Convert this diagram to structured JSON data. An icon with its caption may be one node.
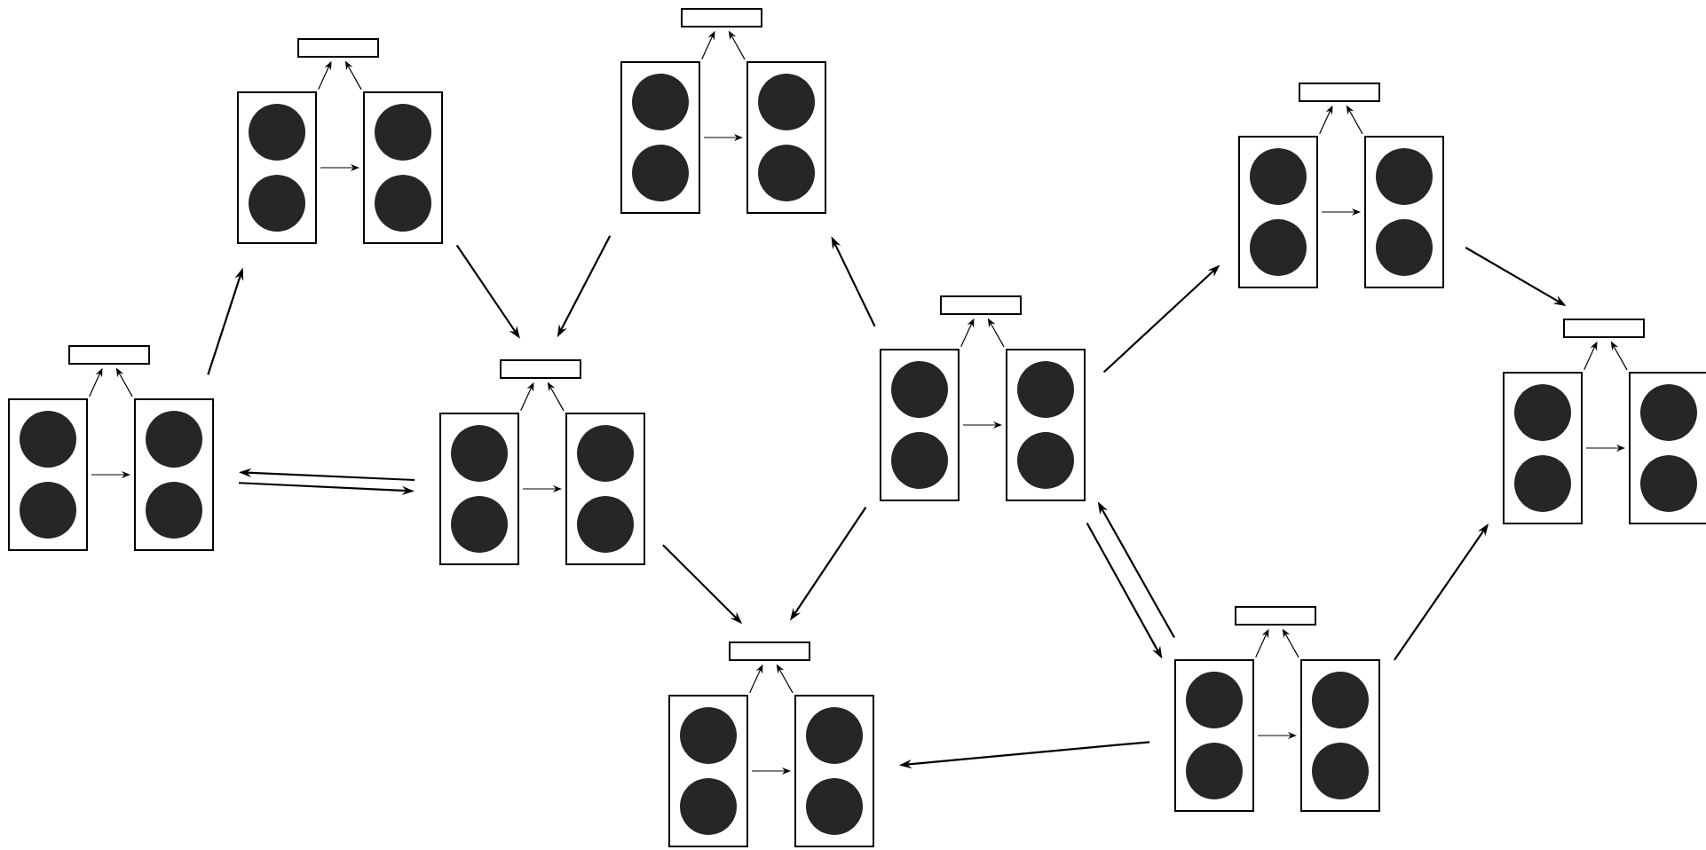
{
  "diagram": {
    "nodes": [
      {
        "text": [],
        "shape": "bar"
      },
      {
        "text": [],
        "shape": "box"
      },
      {
        "text": [],
        "shape": "box"
      },
      {
        "text": [],
        "shape": "bar"
      },
      {
        "text": [],
        "shape": "box"
      },
      {
        "text": [],
        "shape": "box"
      },
      {
        "text": [],
        "shape": "bar"
      },
      {
        "text": [],
        "shape": "box"
      },
      {
        "text": [],
        "shape": "box"
      },
      {
        "text": [],
        "shape": "bar"
      },
      {
        "text": [],
        "shape": "box"
      },
      {
        "text": [],
        "shape": "box"
      },
      {
        "text": [],
        "shape": "bar"
      },
      {
        "text": [],
        "shape": "box"
      },
      {
        "text": [],
        "shape": "box"
      },
      {
        "text": [],
        "shape": "bar"
      },
      {
        "text": [],
        "shape": "box"
      },
      {
        "text": [],
        "shape": "box"
      },
      {
        "text": [],
        "shape": "bar"
      },
      {
        "text": [],
        "shape": "box"
      },
      {
        "text": [],
        "shape": "box"
      },
      {
        "text": [],
        "shape": "bar"
      },
      {
        "text": [],
        "shape": "box"
      },
      {
        "text": [],
        "shape": "box"
      },
      {
        "text": [],
        "shape": "bar"
      },
      {
        "text": [],
        "shape": "box"
      },
      {
        "text": [],
        "shape": "box"
      }
    ],
    "edges": [
      {
        "from": 1,
        "to": 2,
        "arrow": "to"
      },
      {
        "from": 1,
        "to": 0,
        "arrow": "to"
      },
      {
        "from": 2,
        "to": 0,
        "arrow": "to"
      },
      {
        "from": 4,
        "to": 5,
        "arrow": "to"
      },
      {
        "from": 4,
        "to": 3,
        "arrow": "to"
      },
      {
        "from": 5,
        "to": 3,
        "arrow": "to"
      },
      {
        "from": 7,
        "to": 8,
        "arrow": "to"
      },
      {
        "from": 7,
        "to": 6,
        "arrow": "to"
      },
      {
        "from": 8,
        "to": 6,
        "arrow": "to"
      },
      {
        "from": 10,
        "to": 11,
        "arrow": "to"
      },
      {
        "from": 10,
        "to": 9,
        "arrow": "to"
      },
      {
        "from": 11,
        "to": 9,
        "arrow": "to"
      },
      {
        "from": 13,
        "to": 14,
        "arrow": "to"
      },
      {
        "from": 13,
        "to": 12,
        "arrow": "to"
      },
      {
        "from": 14,
        "to": 12,
        "arrow": "to"
      },
      {
        "from": 16,
        "to": 17,
        "arrow": "to"
      },
      {
        "from": 16,
        "to": 15,
        "arrow": "to"
      },
      {
        "from": 17,
        "to": 15,
        "arrow": "to"
      },
      {
        "from": 19,
        "to": 20,
        "arrow": "to"
      },
      {
        "from": 19,
        "to": 18,
        "arrow": "to"
      },
      {
        "from": 20,
        "to": 18,
        "arrow": "to"
      },
      {
        "from": 22,
        "to": 23,
        "arrow": "to"
      },
      {
        "from": 22,
        "to": 21,
        "arrow": "to"
      },
      {
        "from": 23,
        "to": 21,
        "arrow": "to"
      },
      {
        "from": 25,
        "to": 26,
        "arrow": "to"
      },
      {
        "from": 25,
        "to": 24,
        "arrow": "to"
      },
      {
        "from": 26,
        "to": 24,
        "arrow": "to"
      },
      {
        "from": 2,
        "to": 4,
        "arrow": "to"
      },
      {
        "from": 5,
        "to": 6,
        "arrow": "to"
      },
      {
        "from": 2,
        "to": 7,
        "arrow": "to"
      },
      {
        "from": 7,
        "to": 2,
        "arrow": "to"
      },
      {
        "from": 10,
        "to": 6,
        "arrow": "to"
      },
      {
        "from": 16,
        "to": 11,
        "arrow": "to"
      },
      {
        "from": 17,
        "to": 22,
        "arrow": "to"
      },
      {
        "from": 23,
        "to": 24,
        "arrow": "to"
      },
      {
        "from": 8,
        "to": 12,
        "arrow": "to"
      },
      {
        "from": 16,
        "to": 12,
        "arrow": "to"
      },
      {
        "from": 17,
        "to": 19,
        "arrow": "to"
      },
      {
        "from": 19,
        "to": 17,
        "arrow": "to"
      },
      {
        "from": 20,
        "to": 25,
        "arrow": "to"
      },
      {
        "from": 19,
        "to": 14,
        "arrow": "to"
      }
    ]
  }
}
